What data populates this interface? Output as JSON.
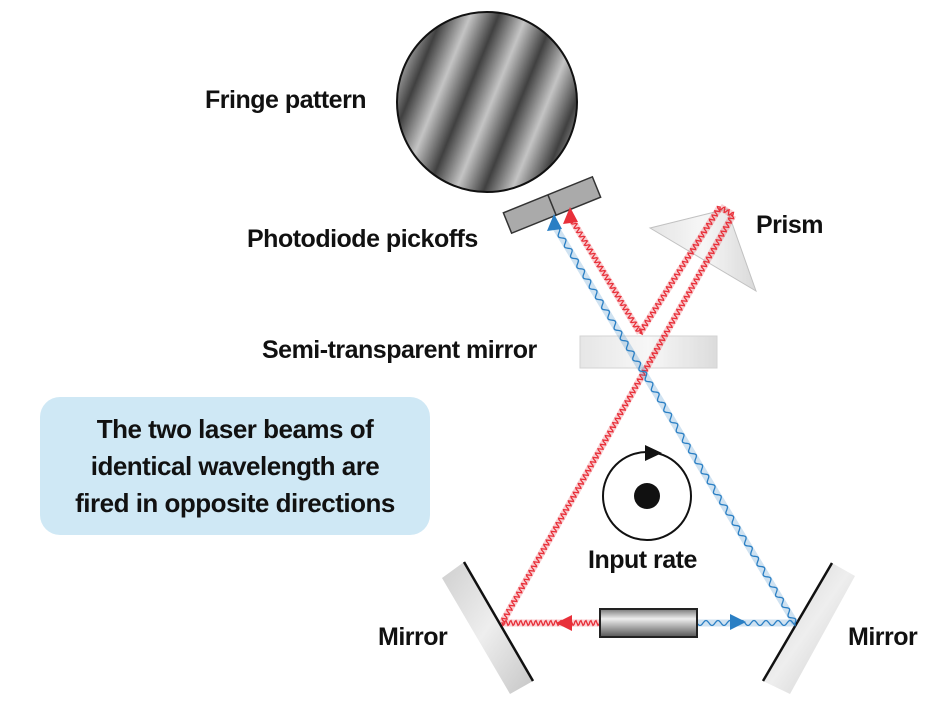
{
  "labels": {
    "fringe_pattern": "Fringe pattern",
    "photodiode_pickoffs": "Photodiode pickoffs",
    "prism": "Prism",
    "semi_transparent_mirror": "Semi-transparent mirror",
    "input_rate": "Input rate",
    "mirror_left": "Mirror",
    "mirror_right": "Mirror"
  },
  "callout": {
    "lines": [
      "The two laser beams of",
      "identical wavelength are",
      "fired in opposite directions"
    ]
  },
  "colors": {
    "red_beam": "#e8303a",
    "blue_beam": "#2a7fc4",
    "callout_bg": "#cfe8f5"
  }
}
